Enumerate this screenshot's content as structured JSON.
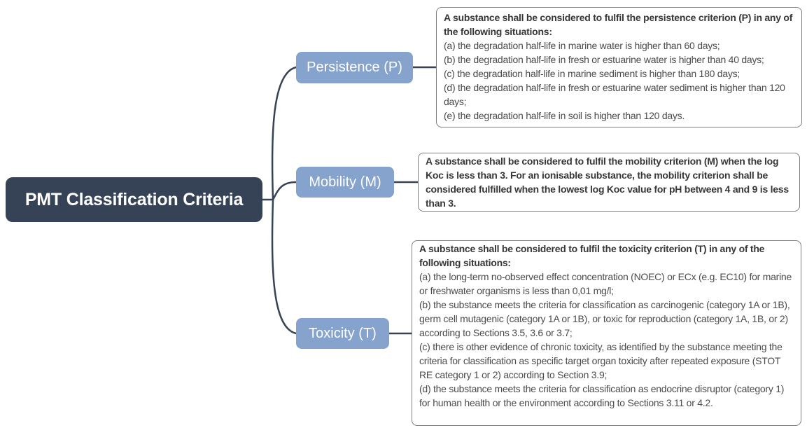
{
  "title": "PMT Classification Criteria",
  "colors": {
    "root_bg": "#364357",
    "branch_bg": "#85a3cd",
    "connector": "#364357",
    "box_border": "#7d7d7d",
    "header_text": "#373737",
    "body_text": "#4b4b4b"
  },
  "branches": [
    {
      "label": "Persistence (P)",
      "detail": {
        "header": "A substance shall be considered to fulfil the persistence criterion (P) in any of the following situations:",
        "items": [
          "(a) the degradation half-life in marine water is higher than 60 days;",
          "(b) the degradation half-life in fresh or estuarine water is higher than 40 days;",
          "(c) the degradation half-life in marine sediment is higher than 180 days;",
          "(d) the degradation half-life in fresh or estuarine water sediment is higher than 120 days;",
          "(e) the degradation half-life in soil is higher than 120 days."
        ]
      }
    },
    {
      "label": "Mobility (M)",
      "detail": {
        "header": "A substance shall be considered to fulfil the mobility criterion (M) when the log Koc is less than 3. For an ionisable substance, the mobility criterion shall be considered fulfilled when the lowest log Koc value for pH between 4 and 9 is less than 3.",
        "items": []
      }
    },
    {
      "label": "Toxicity (T)",
      "detail": {
        "header": "A substance shall be considered to fulfil the toxicity criterion (T) in any of the following situations:",
        "items": [
          "(a) the long-term no-observed effect concentration (NOEC) or ECx (e.g. EC10) for marine or freshwater organisms is less than 0,01 mg/l;",
          "(b) the substance meets the criteria for classification as carcinogenic (category 1A or 1B), germ cell mutagenic (category 1A or 1B), or toxic for reproduction (category 1A, 1B, or 2) according to Sections 3.5, 3.6 or 3.7;",
          "(c) there is other evidence of chronic toxicity, as identified by the substance meeting the criteria for classification as specific target organ toxicity after repeated exposure (STOT RE category 1 or 2) according to Section 3.9;",
          "(d) the substance meets the criteria for classification as endocrine disruptor (category 1) for human health or the environment according to Sections 3.11 or 4.2."
        ]
      }
    }
  ]
}
